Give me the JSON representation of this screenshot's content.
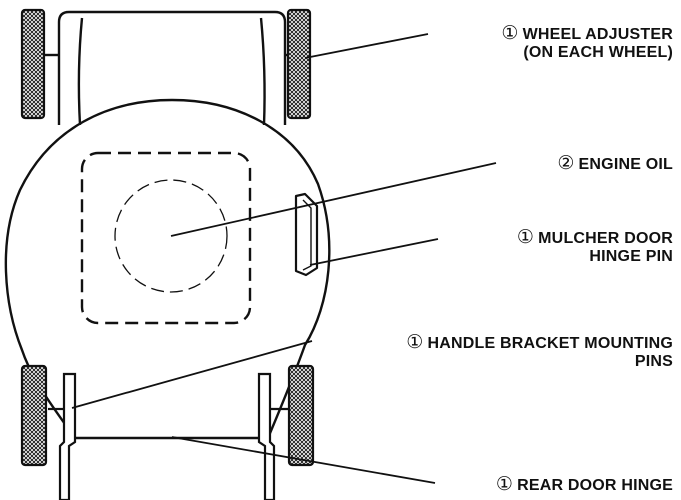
{
  "callouts": [
    {
      "id": "wheel-adjuster",
      "number": "①",
      "lines": [
        "WHEEL ADJUSTER",
        "(ON EACH WHEEL)"
      ]
    },
    {
      "id": "engine-oil",
      "number": "②",
      "lines": [
        "ENGINE OIL"
      ]
    },
    {
      "id": "mulcher-door-hinge-pin",
      "number": "①",
      "lines": [
        "MULCHER DOOR",
        "HINGE PIN"
      ]
    },
    {
      "id": "handle-bracket-mounting-pins",
      "number": "①",
      "lines": [
        "HANDLE BRACKET MOUNTING",
        "PINS"
      ]
    },
    {
      "id": "rear-door-hinge",
      "number": "①",
      "lines": [
        "REAR DOOR HINGE"
      ]
    }
  ],
  "colors": {
    "ink": "#111111",
    "background": "#ffffff"
  },
  "icons": [
    "wheel-tread",
    "leader-line"
  ]
}
